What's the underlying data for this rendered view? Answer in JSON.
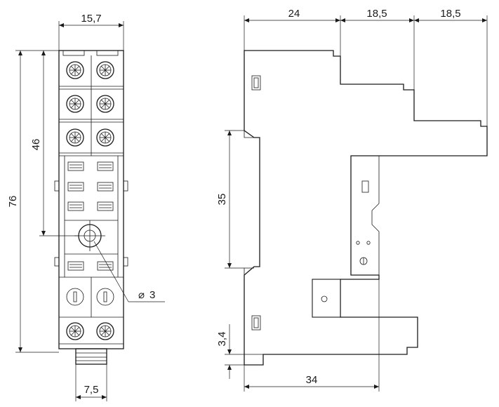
{
  "front_view": {
    "dim_width_top": "15,7",
    "dim_height_total": "76",
    "dim_height_upper": "46",
    "dim_hole_diameter": "3",
    "dim_diameter_symbol": "⌀",
    "dim_width_bottom": "7,5"
  },
  "side_view": {
    "dim_top_1": "24",
    "dim_top_2": "18,5",
    "dim_top_3": "18,5",
    "dim_rail": "35",
    "dim_foot": "3,4",
    "dim_depth": "34"
  }
}
